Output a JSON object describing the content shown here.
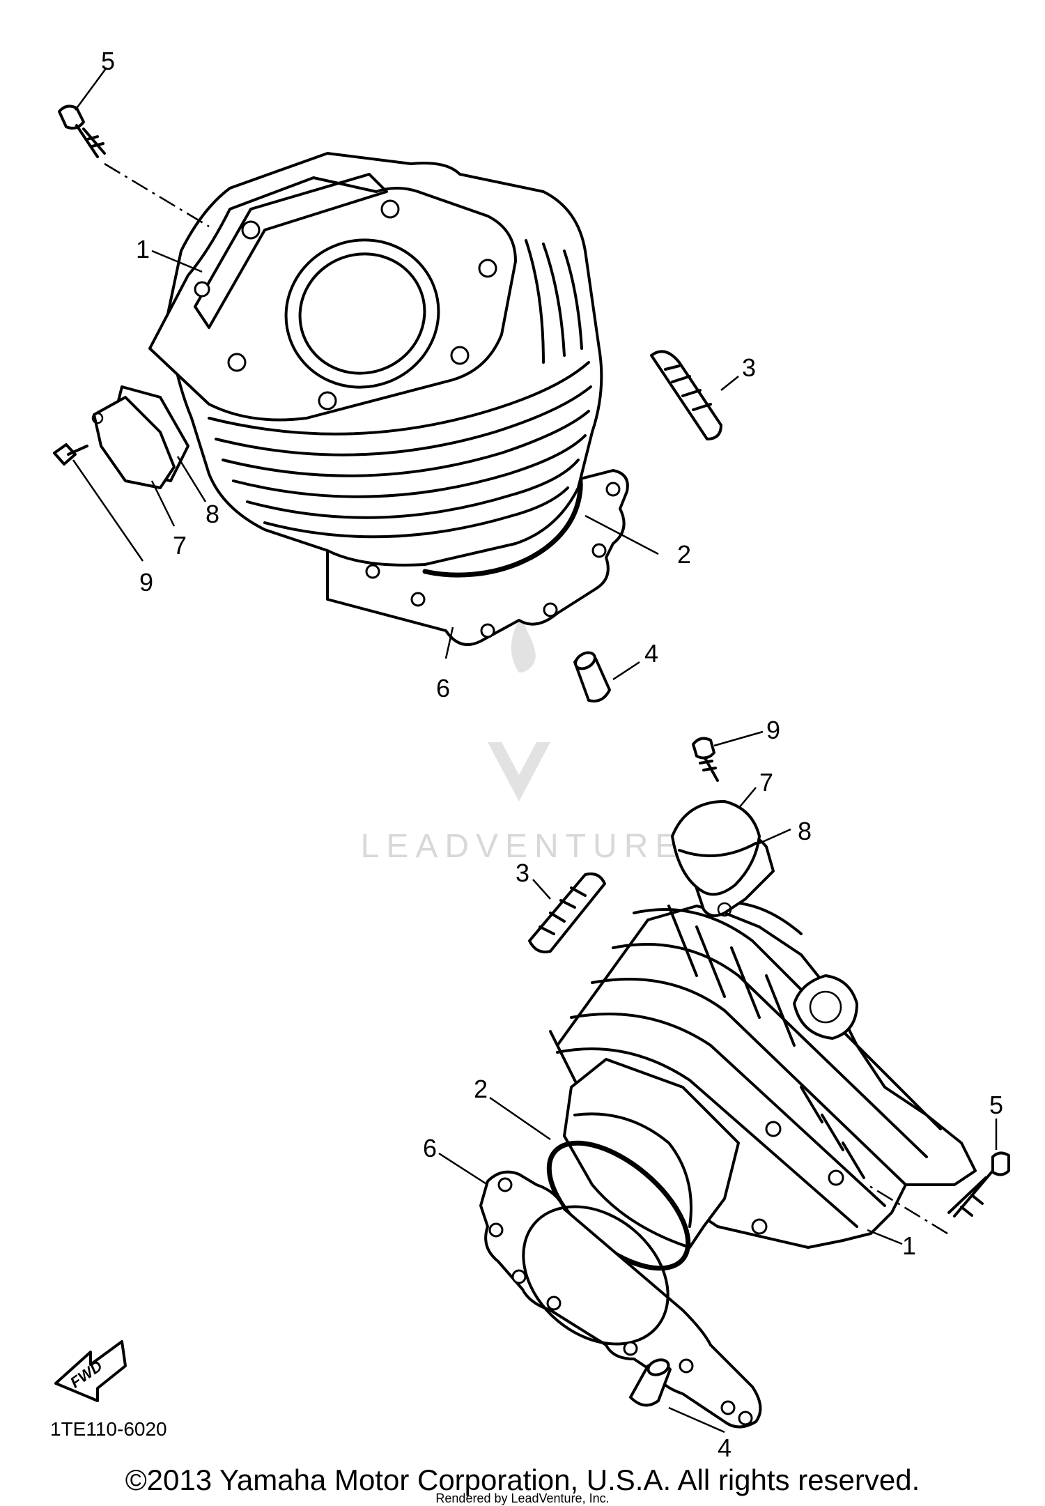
{
  "callouts": {
    "top_5": "5",
    "top_1": "1",
    "top_3": "3",
    "top_8": "8",
    "top_7": "7",
    "top_9": "9",
    "top_2": "2",
    "top_6": "6",
    "top_4": "4",
    "bot_9": "9",
    "bot_7": "7",
    "bot_8": "8",
    "bot_3": "3",
    "bot_2": "2",
    "bot_6": "6",
    "bot_5": "5",
    "bot_1": "1",
    "bot_4": "4"
  },
  "fwd_label": "FWD",
  "diagram_code": "1TE110-6020",
  "watermark": "LEADVENTURE",
  "copyright": "©2013 Yamaha Motor Corporation, U.S.A. All rights reserved.",
  "rendered_by": "Rendered by LeadVenture, Inc."
}
